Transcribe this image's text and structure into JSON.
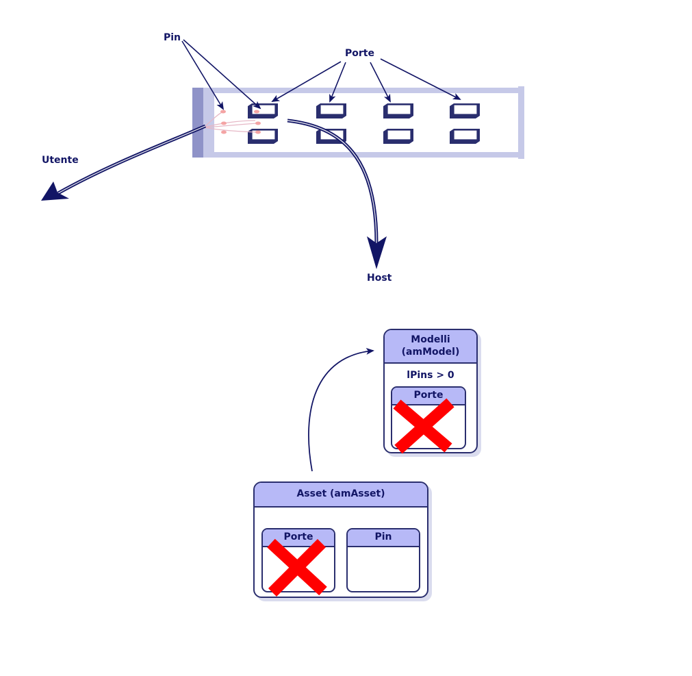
{
  "labels": {
    "pin": "Pin",
    "porte": "Porte",
    "utente": "Utente",
    "host": "Host"
  },
  "model_box": {
    "title_line1": "Modelli",
    "title_line2": "(amModel)",
    "condition": "lPins > 0",
    "sub_table": "Porte",
    "sub_table_crossed": true
  },
  "asset_box": {
    "title": "Asset (amAsset)",
    "sub_tables": [
      {
        "label": "Porte",
        "crossed": true
      },
      {
        "label": "Pin",
        "crossed": false
      }
    ]
  },
  "colors": {
    "ink": "#121565",
    "header_fill": "#b7b9f7",
    "panel_fill": "#c6c9e8",
    "cross": "#ff0000",
    "pin_dot": "#f4a4a4"
  }
}
